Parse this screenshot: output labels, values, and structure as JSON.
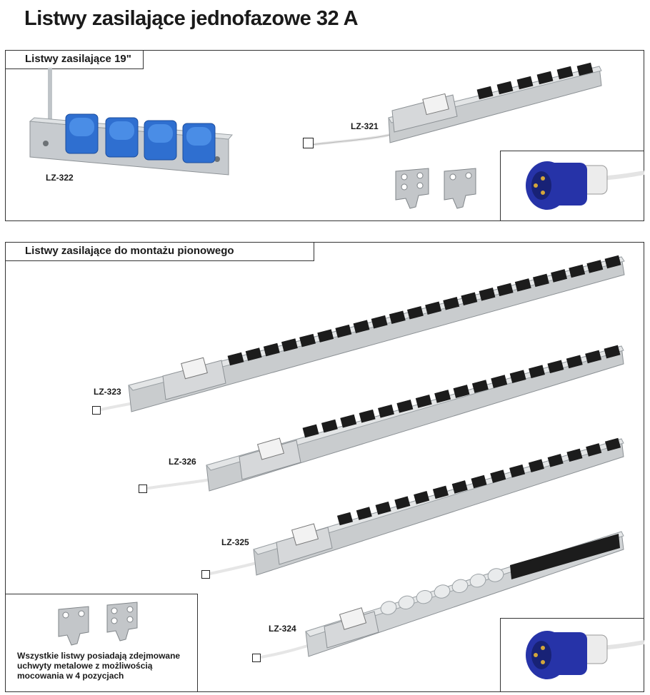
{
  "title": "Listwy zasilające jednofazowe 32 A",
  "section_top": {
    "label": "Listwy zasilające 19\""
  },
  "section_bottom": {
    "label": "Listwy zasilające do montażu pionowego"
  },
  "products": {
    "lz322": "LZ-322",
    "lz321": "LZ-321",
    "lz323": "LZ-323",
    "lz326": "LZ-326",
    "lz325": "LZ-325",
    "lz324": "LZ-324"
  },
  "note": {
    "line1": "Wszystkie listwy posiadają zdejmowane",
    "line2": "uchwyty metalowe z możliwością",
    "line3": "mocowania w 4 pozycjach"
  },
  "colors": {
    "socket_blue": "#2f6fd0",
    "plug_blue": "#2633a8",
    "aluminium": "#c9ccce",
    "socket_black": "#1c1c1c"
  }
}
